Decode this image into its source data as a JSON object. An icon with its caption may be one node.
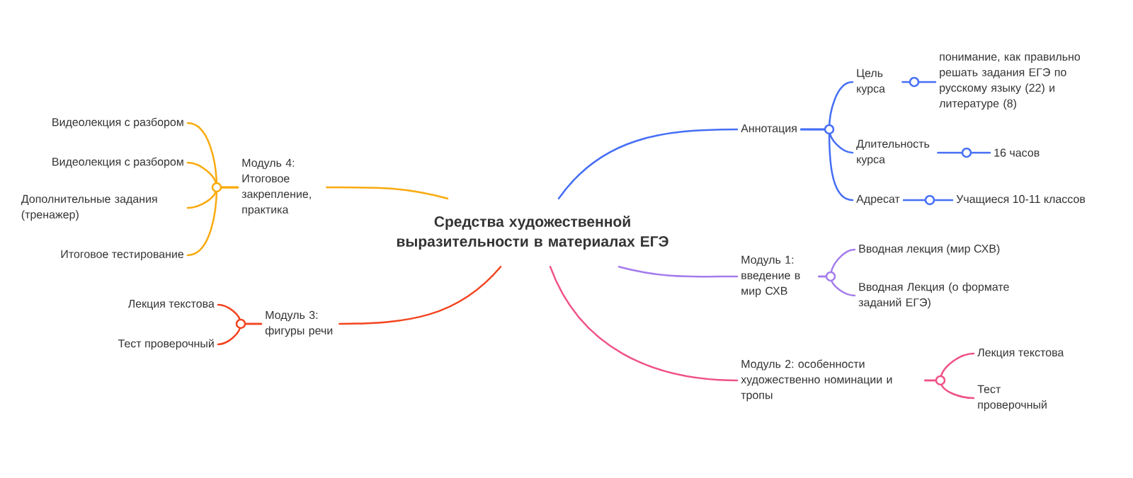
{
  "diagram": {
    "nodes": [
      {
        "text": [
          "Средства художественной выразительности в материалах ЕГЭ"
        ]
      },
      {
        "text": [
          "Аннотация"
        ]
      },
      {
        "text": [
          "Цель курса"
        ]
      },
      {
        "text": [
          "понимание, как правильно решать задания ЕГЭ по русскому языку (22) и литературе (8)"
        ]
      },
      {
        "text": [
          "Длительность курса"
        ]
      },
      {
        "text": [
          "16 часов"
        ]
      },
      {
        "text": [
          "Адресат"
        ]
      },
      {
        "text": [
          "Учащиеся 10-11 классов"
        ]
      },
      {
        "text": [
          "Модуль 1: введение в мир СХВ"
        ]
      },
      {
        "text": [
          "Вводная лекция (мир СХВ)"
        ]
      },
      {
        "text": [
          "Вводная Лекция (о формате заданий ЕГЭ)"
        ]
      },
      {
        "text": [
          "Модуль 2: особенности художественно номинации и тропы"
        ]
      },
      {
        "text": [
          "Лекция текстова"
        ]
      },
      {
        "text": [
          "Тест проверочный"
        ]
      },
      {
        "text": [
          "Модуль 3: фигуры речи"
        ]
      },
      {
        "text": [
          "Лекция текстова"
        ]
      },
      {
        "text": [
          "Тест проверочный"
        ]
      },
      {
        "text": [
          "Модуль 4: Итоговое закрепление, практика"
        ]
      },
      {
        "text": [
          "Видеолекция с разбором"
        ]
      },
      {
        "text": [
          "Видеолекция с разбором"
        ]
      },
      {
        "text": [
          "Дополнительные задания (тренажер)"
        ]
      },
      {
        "text": [
          "Итоговое тестирование"
        ]
      }
    ],
    "edges": [
      {
        "from": 0,
        "to": 1,
        "arrow": "none"
      },
      {
        "from": 1,
        "to": 2,
        "arrow": "none"
      },
      {
        "from": 2,
        "to": 3,
        "arrow": "none"
      },
      {
        "from": 1,
        "to": 4,
        "arrow": "none"
      },
      {
        "from": 4,
        "to": 5,
        "arrow": "none"
      },
      {
        "from": 1,
        "to": 6,
        "arrow": "none"
      },
      {
        "from": 6,
        "to": 7,
        "arrow": "none"
      },
      {
        "from": 0,
        "to": 8,
        "arrow": "none",
        "color": "#a47cec"
      },
      {
        "from": 8,
        "to": 9,
        "arrow": "none",
        "color": "#a47cec"
      },
      {
        "from": 8,
        "to": 10,
        "arrow": "none",
        "color": "#a47cec"
      },
      {
        "from": 0,
        "to": 11,
        "arrow": "none",
        "color": "#ef5285"
      },
      {
        "from": 11,
        "to": 12,
        "arrow": "none",
        "color": "#ef5285"
      },
      {
        "from": 11,
        "to": 13,
        "arrow": "none",
        "color": "#ef5285"
      },
      {
        "from": 0,
        "to": 14,
        "arrow": "none",
        "color": "#f3431f"
      },
      {
        "from": 14,
        "to": 15,
        "arrow": "none",
        "color": "#f3431f"
      },
      {
        "from": 14,
        "to": 16,
        "arrow": "none",
        "color": "#f3431f"
      },
      {
        "from": 0,
        "to": 17,
        "arrow": "none",
        "color": "#f9aa0e"
      },
      {
        "from": 17,
        "to": 18,
        "arrow": "none",
        "color": "#f9aa0e"
      },
      {
        "from": 17,
        "to": 19,
        "arrow": "none",
        "color": "#f9aa0e"
      },
      {
        "from": 17,
        "to": 20,
        "arrow": "none",
        "color": "#f9aa0e"
      },
      {
        "from": 17,
        "to": 21,
        "arrow": "none",
        "color": "#f9aa0e"
      }
    ]
  }
}
